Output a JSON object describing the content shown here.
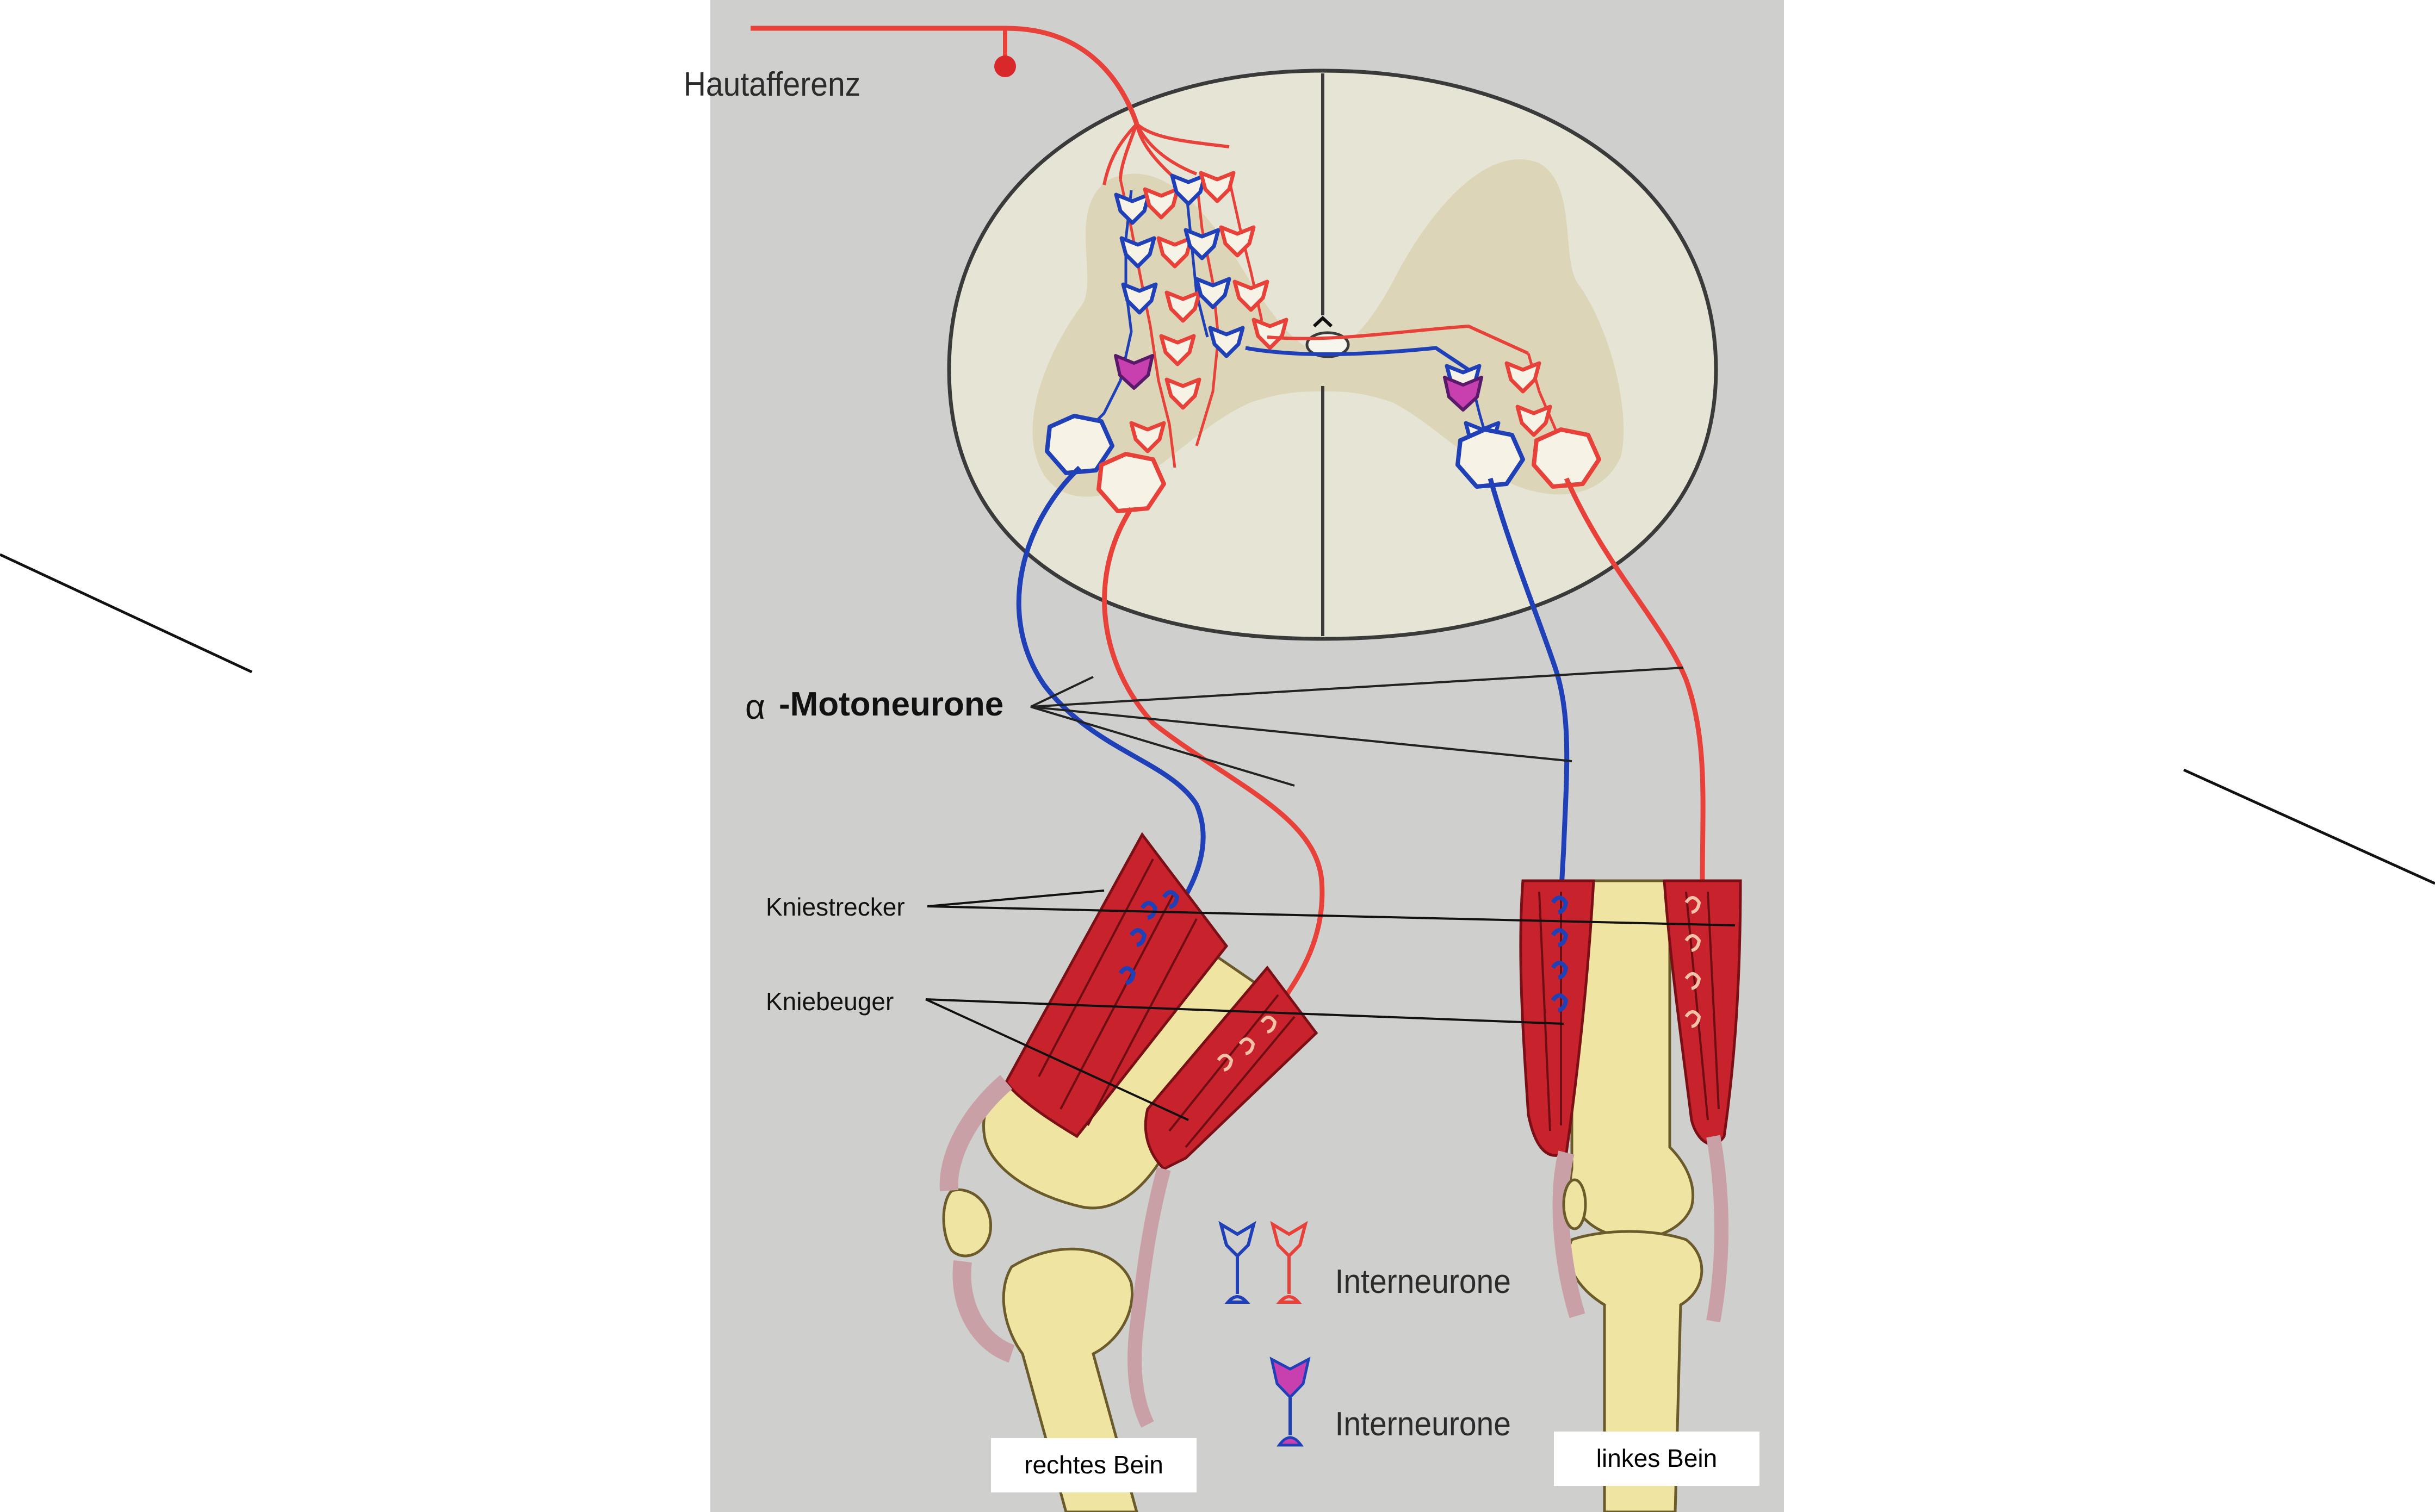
{
  "labels": {
    "afferent": "Hautafferenz",
    "motoneuron_symbol": "α",
    "motoneuron_name": "-Motoneurone",
    "extensor": "Kniestrecker",
    "flexor": "Kniebeuger",
    "legend_excitatory": "Interneurone",
    "legend_inhibitory": "Interneurone",
    "right_leg": "rechtes Bein",
    "left_leg": "linkes Bein"
  },
  "colors": {
    "panel_background": "#cfd0cd",
    "spinal_cord": "#e6e4d4",
    "grey_matter": "#dcd4b6",
    "excitatory": "#e8413a",
    "inhibitory_pathway": "#2040b8",
    "inhibitory_cell": "#c83fb0",
    "muscle": "#c8232c",
    "bone": "#f0e4a2",
    "tendon": "#c9a0a6"
  },
  "icons": {
    "excitatory_interneuron": "outlined-neuron-icon",
    "inhibitory_interneuron": "filled-magenta-neuron-icon"
  }
}
